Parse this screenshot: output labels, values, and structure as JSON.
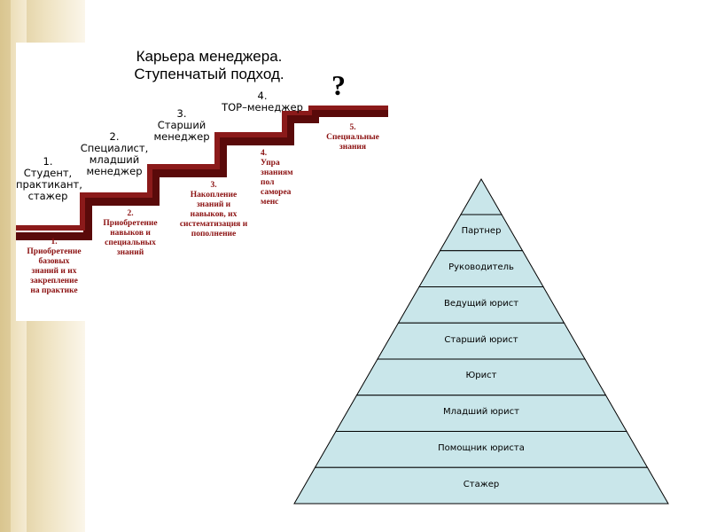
{
  "staircase": {
    "title": "Карьера менеджера.\nСтупенчатый  подход.",
    "question_mark": "?",
    "steps": [
      {
        "label": "1.\nСтудент,\nпрактикант,\nстажер",
        "description": "1.\nПриобретение\nбазовых\nзнаний и их\nзакрепление\nна практике"
      },
      {
        "label": "2.\nСпециалист,\nмладший\nменеджер",
        "description": "2.\nПриобретение\nнавыков и\nспециальных\nзнаний"
      },
      {
        "label": "3.\nСтарший\nменеджер",
        "description": "3.\nНакопление\nзнаний и\nнавыков,   их\nсистематизация и\nпополнение"
      },
      {
        "label": "4.\nTOP–менеджер",
        "description": "4.\nУпра\nзнаниям\nпол\nсамореа\nменс"
      },
      {
        "label": "5.\nСпециальные\nзнания",
        "description": ""
      }
    ]
  },
  "pyramid": {
    "levels": [
      "Партнер",
      "Руководитель",
      "Ведущий юрист",
      "Старший юрист",
      "Юрист",
      "Младший юрист",
      "Помощник юриста",
      "Стажер"
    ],
    "colors": {
      "fill": "#c9e6ea",
      "stroke": "#000000"
    }
  }
}
